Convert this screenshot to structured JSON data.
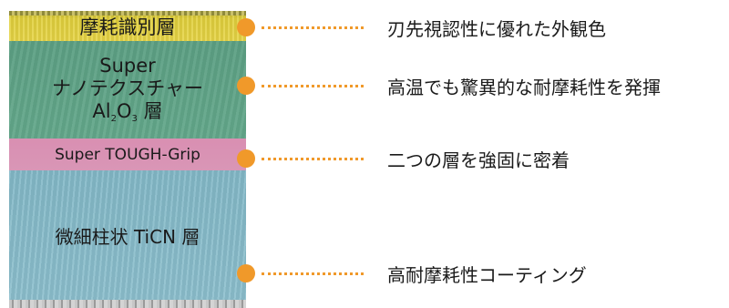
{
  "layers": {
    "wear_indicator": "摩耗識別層",
    "al2o3": {
      "line1": "Super",
      "line2": "ナノテクスチャー",
      "line3_prefix": "Al",
      "sub2": "2",
      "mid": "O",
      "sub3": "3",
      "line3_suffix": " 層"
    },
    "grip": "Super TOUGH-Grip",
    "ticn": "微細柱状 TiCN 層"
  },
  "callouts": [
    "刃先視認性に優れた外観色",
    "高温でも驚異的な耐摩耗性を発揮",
    "二つの層を強固に密着",
    "高耐摩耗性コーティング"
  ],
  "colors": {
    "wear_layer": "#e0cf3c",
    "al2o3_layer": "#63a78a",
    "grip_layer": "#d996b6",
    "ticn_layer": "#8cbfcd",
    "accent_dot": "#f0992a"
  }
}
